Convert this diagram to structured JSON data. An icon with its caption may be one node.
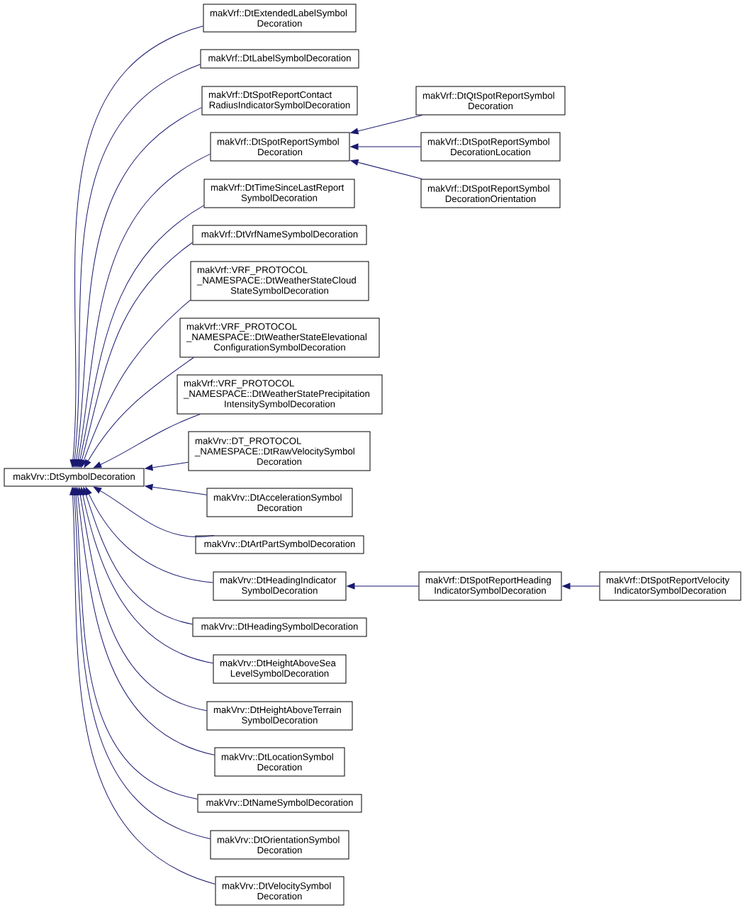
{
  "diagram": {
    "nodes": [
      {
        "text": [
          "makVrv::DtSymbolDecoration"
        ]
      },
      {
        "text": [
          "makVrf::DtExtendedLabelSymbol Decoration"
        ]
      },
      {
        "text": [
          "makVrf::DtLabelSymbolDecoration"
        ]
      },
      {
        "text": [
          "makVrf::DtSpotReportContact RadiusIndicatorSymbolDecoration"
        ]
      },
      {
        "text": [
          "makVrf::DtSpotReportSymbol Decoration"
        ]
      },
      {
        "text": [
          "makVrf::DtQtSpotReportSymbol Decoration"
        ]
      },
      {
        "text": [
          "makVrf::DtSpotReportSymbol DecorationLocation"
        ]
      },
      {
        "text": [
          "makVrf::DtSpotReportSymbol DecorationOrientation"
        ]
      },
      {
        "text": [
          "makVrf::DtTimeSinceLastReport SymbolDecoration"
        ]
      },
      {
        "text": [
          "makVrf::DtVrfNameSymbolDecoration"
        ]
      },
      {
        "text": [
          "makVrf::VRF_PROTOCOL _NAMESPACE::DtWeatherStateCloud StateSymbolDecoration"
        ]
      },
      {
        "text": [
          "makVrf::VRF_PROTOCOL _NAMESPACE::DtWeatherStateElevational ConfigurationSymbolDecoration"
        ]
      },
      {
        "text": [
          "makVrf::VRF_PROTOCOL _NAMESPACE::DtWeatherStatePrecipitation IntensitySymbolDecoration"
        ]
      },
      {
        "text": [
          "makVrv::DT_PROTOCOL _NAMESPACE::DtRawVelocitySymbol Decoration"
        ]
      },
      {
        "text": [
          "makVrv::DtAccelerationSymbol Decoration"
        ]
      },
      {
        "text": [
          "makVrv::DtArtPartSymbolDecoration"
        ]
      },
      {
        "text": [
          "makVrv::DtHeadingIndicator SymbolDecoration"
        ]
      },
      {
        "text": [
          "makVrf::DtSpotReportHeading IndicatorSymbolDecoration"
        ]
      },
      {
        "text": [
          "makVrf::DtSpotReportVelocity IndicatorSymbolDecoration"
        ]
      },
      {
        "text": [
          "makVrv::DtHeadingSymbolDecoration"
        ]
      },
      {
        "text": [
          "makVrv::DtHeightAboveSea LevelSymbolDecoration"
        ]
      },
      {
        "text": [
          "makVrv::DtHeightAboveTerrain SymbolDecoration"
        ]
      },
      {
        "text": [
          "makVrv::DtLocationSymbol Decoration"
        ]
      },
      {
        "text": [
          "makVrv::DtNameSymbolDecoration"
        ]
      },
      {
        "text": [
          "makVrv::DtOrientationSymbol Decoration"
        ]
      },
      {
        "text": [
          "makVrv::DtVelocitySymbol Decoration"
        ]
      }
    ],
    "edges": [
      {
        "from": 1,
        "to": 0,
        "arrow": "to"
      },
      {
        "from": 2,
        "to": 0,
        "arrow": "to"
      },
      {
        "from": 3,
        "to": 0,
        "arrow": "to"
      },
      {
        "from": 4,
        "to": 0,
        "arrow": "to"
      },
      {
        "from": 5,
        "to": 4,
        "arrow": "to"
      },
      {
        "from": 6,
        "to": 4,
        "arrow": "to"
      },
      {
        "from": 7,
        "to": 4,
        "arrow": "to"
      },
      {
        "from": 8,
        "to": 0,
        "arrow": "to"
      },
      {
        "from": 9,
        "to": 0,
        "arrow": "to"
      },
      {
        "from": 10,
        "to": 0,
        "arrow": "to"
      },
      {
        "from": 11,
        "to": 0,
        "arrow": "to"
      },
      {
        "from": 12,
        "to": 0,
        "arrow": "to"
      },
      {
        "from": 13,
        "to": 0,
        "arrow": "to"
      },
      {
        "from": 14,
        "to": 0,
        "arrow": "to"
      },
      {
        "from": 15,
        "to": 0,
        "arrow": "to"
      },
      {
        "from": 16,
        "to": 0,
        "arrow": "to"
      },
      {
        "from": 17,
        "to": 16,
        "arrow": "to"
      },
      {
        "from": 18,
        "to": 17,
        "arrow": "to"
      },
      {
        "from": 19,
        "to": 0,
        "arrow": "to"
      },
      {
        "from": 20,
        "to": 0,
        "arrow": "to"
      },
      {
        "from": 21,
        "to": 0,
        "arrow": "to"
      },
      {
        "from": 22,
        "to": 0,
        "arrow": "to"
      },
      {
        "from": 23,
        "to": 0,
        "arrow": "to"
      },
      {
        "from": 24,
        "to": 0,
        "arrow": "to"
      },
      {
        "from": 25,
        "to": 0,
        "arrow": "to"
      }
    ]
  }
}
